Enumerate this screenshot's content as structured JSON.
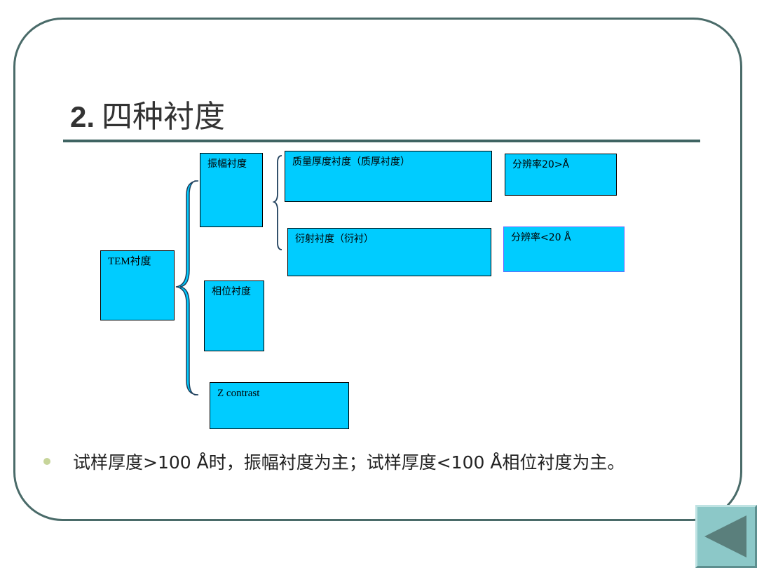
{
  "title": {
    "number": "2.",
    "text": "四种衬度"
  },
  "diagram": {
    "root": "TEM衬度",
    "amplitude": "振幅衬度",
    "mass_thickness": "质量厚度衬度（质厚衬度）",
    "diffraction": "衍射衬度（衍衬）",
    "resolution_mass": "分辨率20>Å",
    "resolution_diff": "分辨率<20 Å",
    "phase": "相位衬度",
    "z_contrast": "Z contrast"
  },
  "bullet": {
    "text": "试样厚度>100 Å时，振幅衬度为主；试样厚度<100 Å相位衬度为主。"
  },
  "colors": {
    "box_fill": "#00ccff",
    "frame": "#4a6b69",
    "button": "#8cc8c8",
    "arrow": "#5a7f7c"
  },
  "icons": {
    "back": "left-triangle-arrow-icon"
  }
}
